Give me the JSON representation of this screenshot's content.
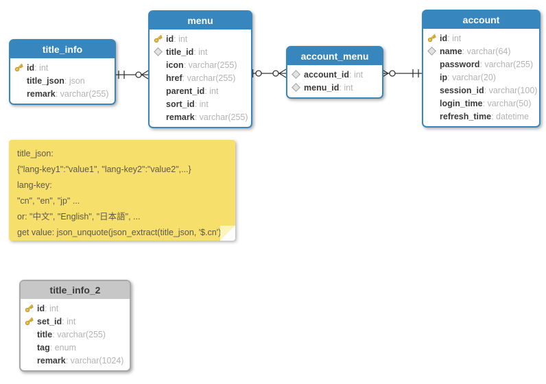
{
  "diagram": {
    "kind": "entity-relationship",
    "colors": {
      "table_header_blue": "#3787be",
      "table_header_gray": "#c7c7c7",
      "note_yellow": "#f7df6b",
      "connector_line": "#333333",
      "key_icon_gold": "#f5cd4a",
      "field_type_gray": "#b3b3b3"
    }
  },
  "tables": {
    "title_info": {
      "title": "title_info",
      "fields": [
        {
          "icon": "primary-key",
          "name": "id",
          "type": "int"
        },
        {
          "icon": null,
          "name": "title_json",
          "type": "json"
        },
        {
          "icon": null,
          "name": "remark",
          "type": "varchar(255)"
        }
      ]
    },
    "menu": {
      "title": "menu",
      "fields": [
        {
          "icon": "primary-key",
          "name": "id",
          "type": "int"
        },
        {
          "icon": "foreign-key",
          "name": "title_id",
          "type": "int"
        },
        {
          "icon": null,
          "name": "icon",
          "type": "varchar(255)"
        },
        {
          "icon": null,
          "name": "href",
          "type": "varchar(255)"
        },
        {
          "icon": null,
          "name": "parent_id",
          "type": "int"
        },
        {
          "icon": null,
          "name": "sort_id",
          "type": "int"
        },
        {
          "icon": null,
          "name": "remark",
          "type": "varchar(255)"
        }
      ]
    },
    "account_menu": {
      "title": "account_menu",
      "fields": [
        {
          "icon": "foreign-key",
          "name": "account_id",
          "type": "int"
        },
        {
          "icon": "foreign-key",
          "name": "menu_id",
          "type": "int"
        }
      ]
    },
    "account": {
      "title": "account",
      "fields": [
        {
          "icon": "primary-key",
          "name": "id",
          "type": "int"
        },
        {
          "icon": "foreign-key",
          "name": "name",
          "type": "varchar(64)"
        },
        {
          "icon": null,
          "name": "password",
          "type": "varchar(255)"
        },
        {
          "icon": null,
          "name": "ip",
          "type": "varchar(20)"
        },
        {
          "icon": null,
          "name": "session_id",
          "type": "varchar(100)"
        },
        {
          "icon": null,
          "name": "login_time",
          "type": "varchar(50)"
        },
        {
          "icon": null,
          "name": "refresh_time",
          "type": "datetime"
        }
      ]
    },
    "title_info_2": {
      "title": "title_info_2",
      "fields": [
        {
          "icon": "primary-key",
          "name": "id",
          "type": "int"
        },
        {
          "icon": "primary-key",
          "name": "set_id",
          "type": "int"
        },
        {
          "icon": null,
          "name": "title",
          "type": "varchar(255)"
        },
        {
          "icon": null,
          "name": "tag",
          "type": "enum"
        },
        {
          "icon": null,
          "name": "remark",
          "type": "varchar(1024)"
        }
      ]
    }
  },
  "relationships": [
    {
      "from": "title_info",
      "to": "menu",
      "from_cardinality": "one-and-only-one",
      "to_cardinality": "zero-or-many"
    },
    {
      "from": "menu",
      "to": "account_menu",
      "from_cardinality": "zero-or-one",
      "to_cardinality": "zero-or-many"
    },
    {
      "from": "account_menu",
      "to": "account",
      "from_cardinality": "zero-or-many",
      "to_cardinality": "one-and-only-one"
    }
  ],
  "note": {
    "lines": [
      "title_json:",
      "{\"lang-key1\":\"value1\", \"lang-key2\":\"value2\",...}",
      "lang-key:",
      "\"cn\", \"en\", \"jp\" ...",
      "or: \"中文\", \"English\", \"日本語\", ...",
      "get value: json_unquote(json_extract(title_json, '$.cn')"
    ]
  }
}
